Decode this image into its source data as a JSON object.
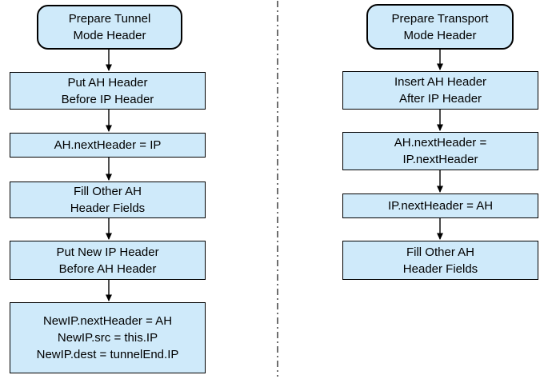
{
  "left_flow": {
    "title_box": [
      "Prepare Tunnel",
      "Mode Header"
    ],
    "steps": [
      [
        "Put AH Header",
        "Before IP Header"
      ],
      [
        "AH.nextHeader = IP"
      ],
      [
        "Fill Other AH",
        "Header Fields"
      ],
      [
        "Put New IP Header",
        "Before AH Header"
      ],
      [
        "NewIP.nextHeader = AH",
        "NewIP.src = this.IP",
        "NewIP.dest = tunnelEnd.IP"
      ]
    ]
  },
  "right_flow": {
    "title_box": [
      "Prepare Transport",
      "Mode Header"
    ],
    "steps": [
      [
        "Insert AH Header",
        "After IP Header"
      ],
      [
        "AH.nextHeader =",
        "IP.nextHeader"
      ],
      [
        "IP.nextHeader = AH"
      ],
      [
        "Fill Other AH",
        "Header Fields"
      ]
    ]
  },
  "colors": {
    "box_fill": "#cfeafa",
    "box_border": "#000000",
    "arrow": "#000000",
    "divider": "#4a4a4a"
  }
}
